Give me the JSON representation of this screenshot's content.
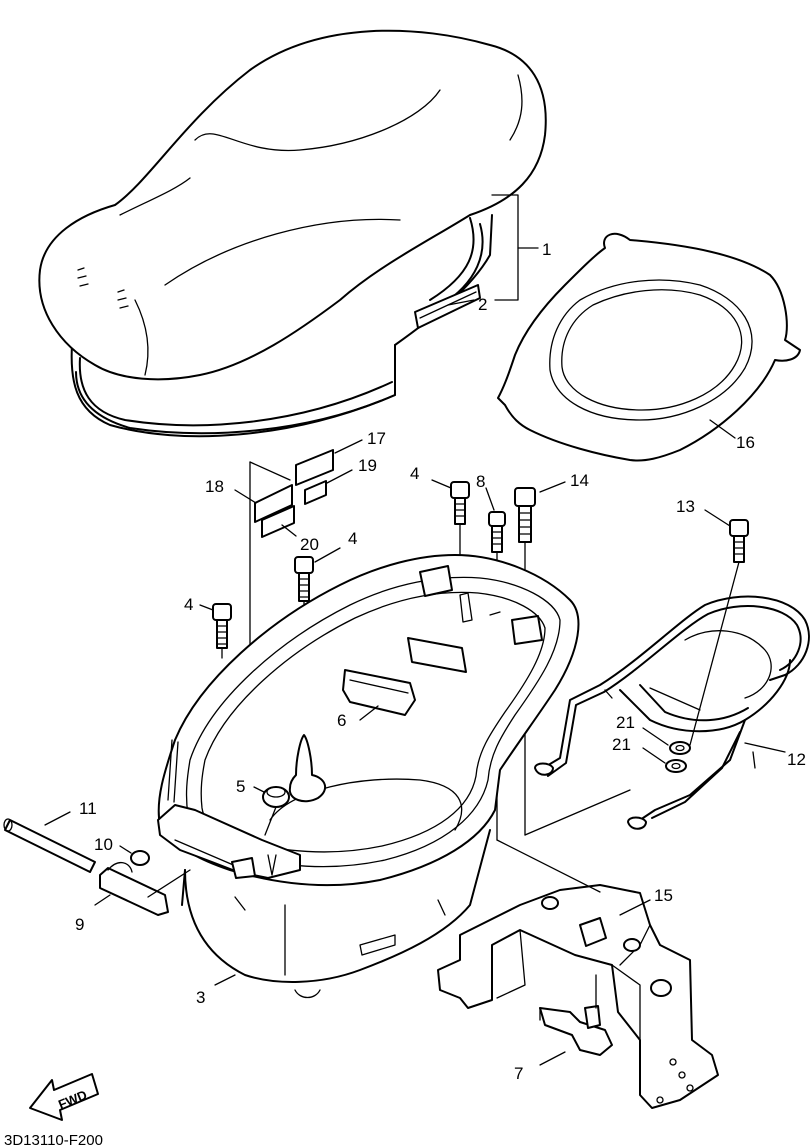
{
  "diagram": {
    "document_code": "3D13110-F200",
    "forward_label": "FWD",
    "callouts": [
      "1",
      "2",
      "3",
      "4",
      "4",
      "4",
      "5",
      "6",
      "7",
      "8",
      "9",
      "10",
      "11",
      "12",
      "13",
      "14",
      "15",
      "16",
      "17",
      "18",
      "19",
      "20",
      "21",
      "21"
    ]
  }
}
